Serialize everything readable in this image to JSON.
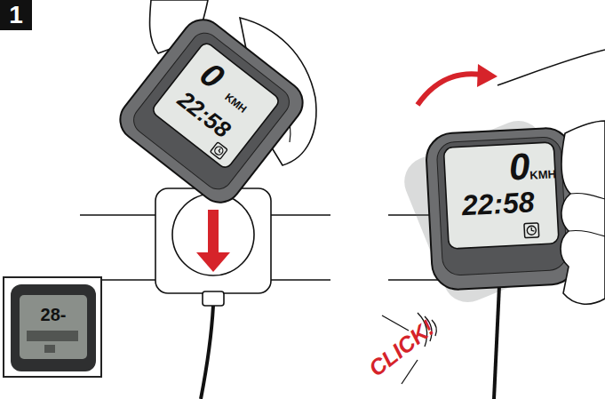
{
  "diagram": {
    "labels": [
      "1",
      "0",
      "KMH",
      "22:58",
      "0",
      "KMH",
      "22:58",
      "28-",
      "CLICK!"
    ]
  }
}
